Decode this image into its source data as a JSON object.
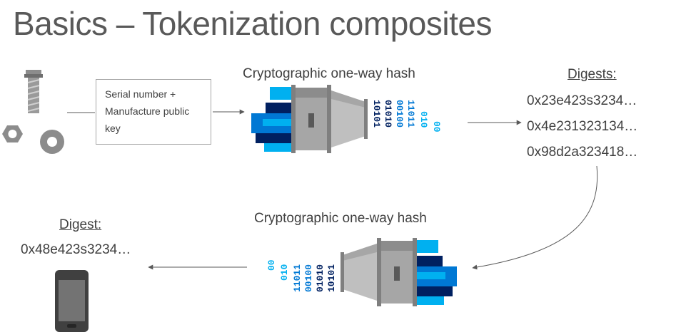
{
  "title": "Basics – Tokenization composites",
  "input_box": {
    "line1": "Serial number +",
    "line2": "Manufacture public",
    "line3": "key"
  },
  "hash_top": {
    "label": "Cryptographic one-way hash"
  },
  "hash_bottom": {
    "label": "Cryptographic one-way hash"
  },
  "digests": {
    "heading": "Digests:",
    "values": [
      "0x23e423s3234…",
      "0x4e231323134…",
      "0x98d2a323418…"
    ]
  },
  "digest": {
    "heading": "Digest:",
    "value": "0x48e423s3234…"
  },
  "binary_columns": [
    "10101",
    "01010",
    "00100",
    "11011",
    "010",
    "00"
  ],
  "colors": {
    "gray_body": "#a6a6a6",
    "dark_band": "#7f7f7f",
    "blue_light": "#00b0f0",
    "blue_mid": "#0078d4",
    "navy": "#002060",
    "arrow": "#595959"
  },
  "icons": [
    "bolt-icon",
    "hex-nut-icon",
    "washer-icon",
    "hash-machine-icon",
    "smartphone-icon"
  ]
}
